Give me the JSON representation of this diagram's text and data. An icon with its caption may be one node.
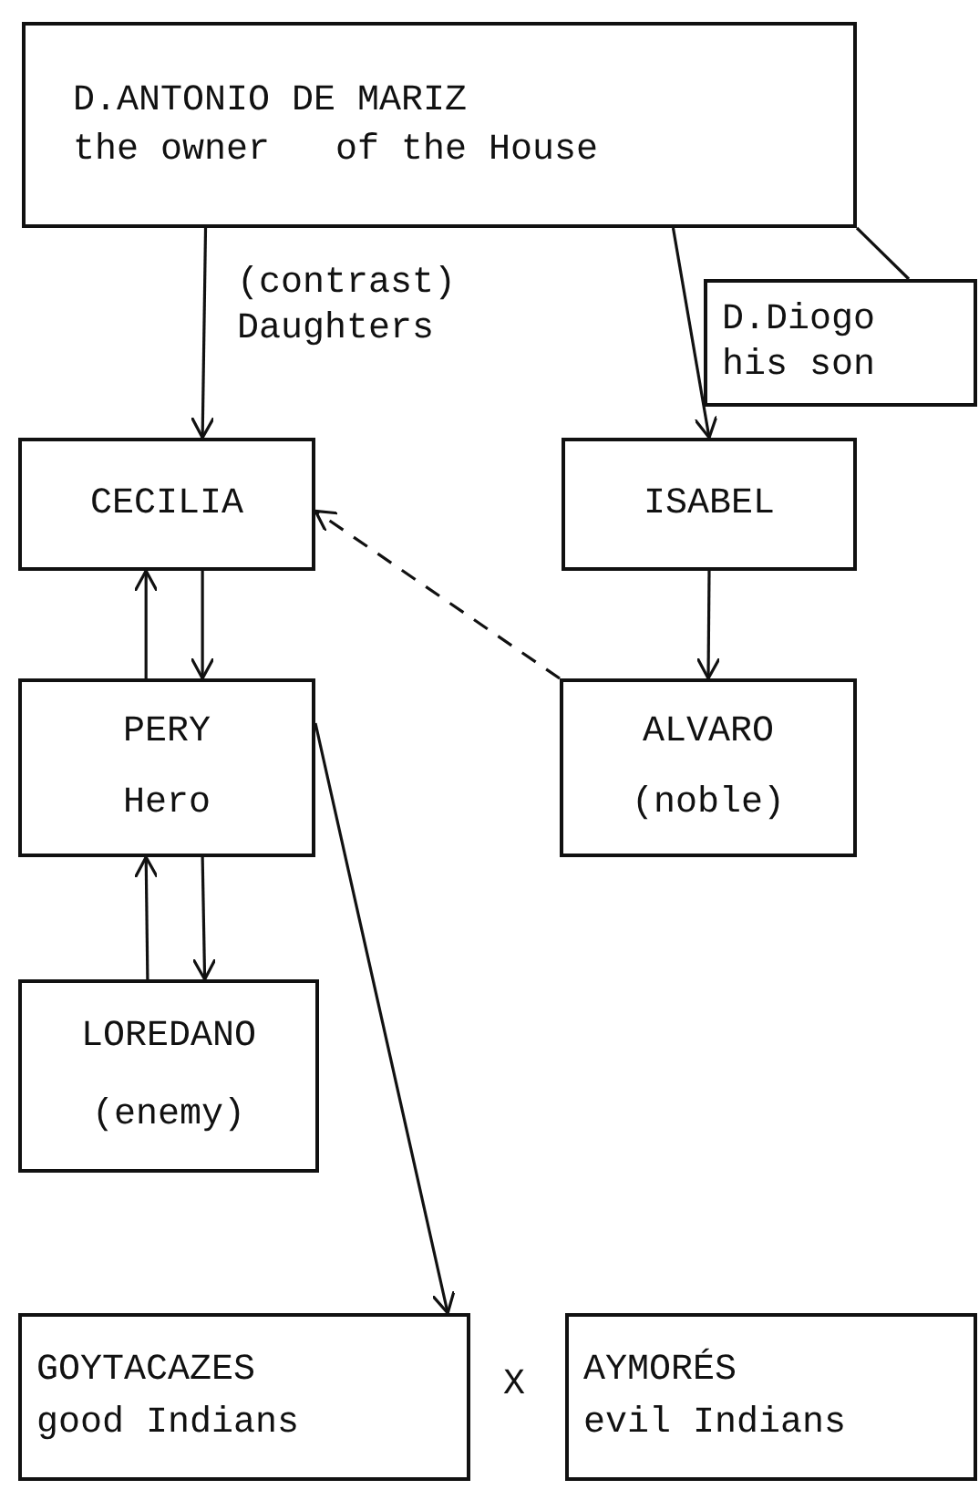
{
  "diagram": {
    "nodes": [
      {
        "text": [
          "D.ANTONIO DE MARIZ",
          "the owner   of the House"
        ]
      },
      {
        "text": [
          "D.Diogo his son"
        ]
      },
      {
        "text": [
          "CECILIA"
        ]
      },
      {
        "text": [
          "ISABEL"
        ]
      },
      {
        "text": [
          "PERY",
          "Hero"
        ]
      },
      {
        "text": [
          "ALVARO",
          "(noble)"
        ]
      },
      {
        "text": [
          "LOREDANO",
          "(enemy)"
        ]
      },
      {
        "text": [
          "GOYTACAZES",
          "good Indians"
        ]
      },
      {
        "text": [
          "AYMORÉS",
          "evil Indians"
        ]
      }
    ],
    "edges": [
      {
        "from": 0,
        "to": 2,
        "arrow": "to",
        "label": "(contrast) Daughters"
      },
      {
        "from": 0,
        "to": 3,
        "arrow": "to"
      },
      {
        "from": 0,
        "to": 1,
        "arrow": "none"
      },
      {
        "from": 2,
        "to": 4,
        "arrow": "to"
      },
      {
        "from": 4,
        "to": 2,
        "arrow": "to"
      },
      {
        "from": 5,
        "to": 2,
        "arrow": "to",
        "style": "dashed"
      },
      {
        "from": 3,
        "to": 5,
        "arrow": "to"
      },
      {
        "from": 4,
        "to": 6,
        "arrow": "to"
      },
      {
        "from": 6,
        "to": 4,
        "arrow": "to"
      },
      {
        "from": 4,
        "to": 7,
        "arrow": "to"
      }
    ],
    "labels": [
      "X"
    ]
  }
}
